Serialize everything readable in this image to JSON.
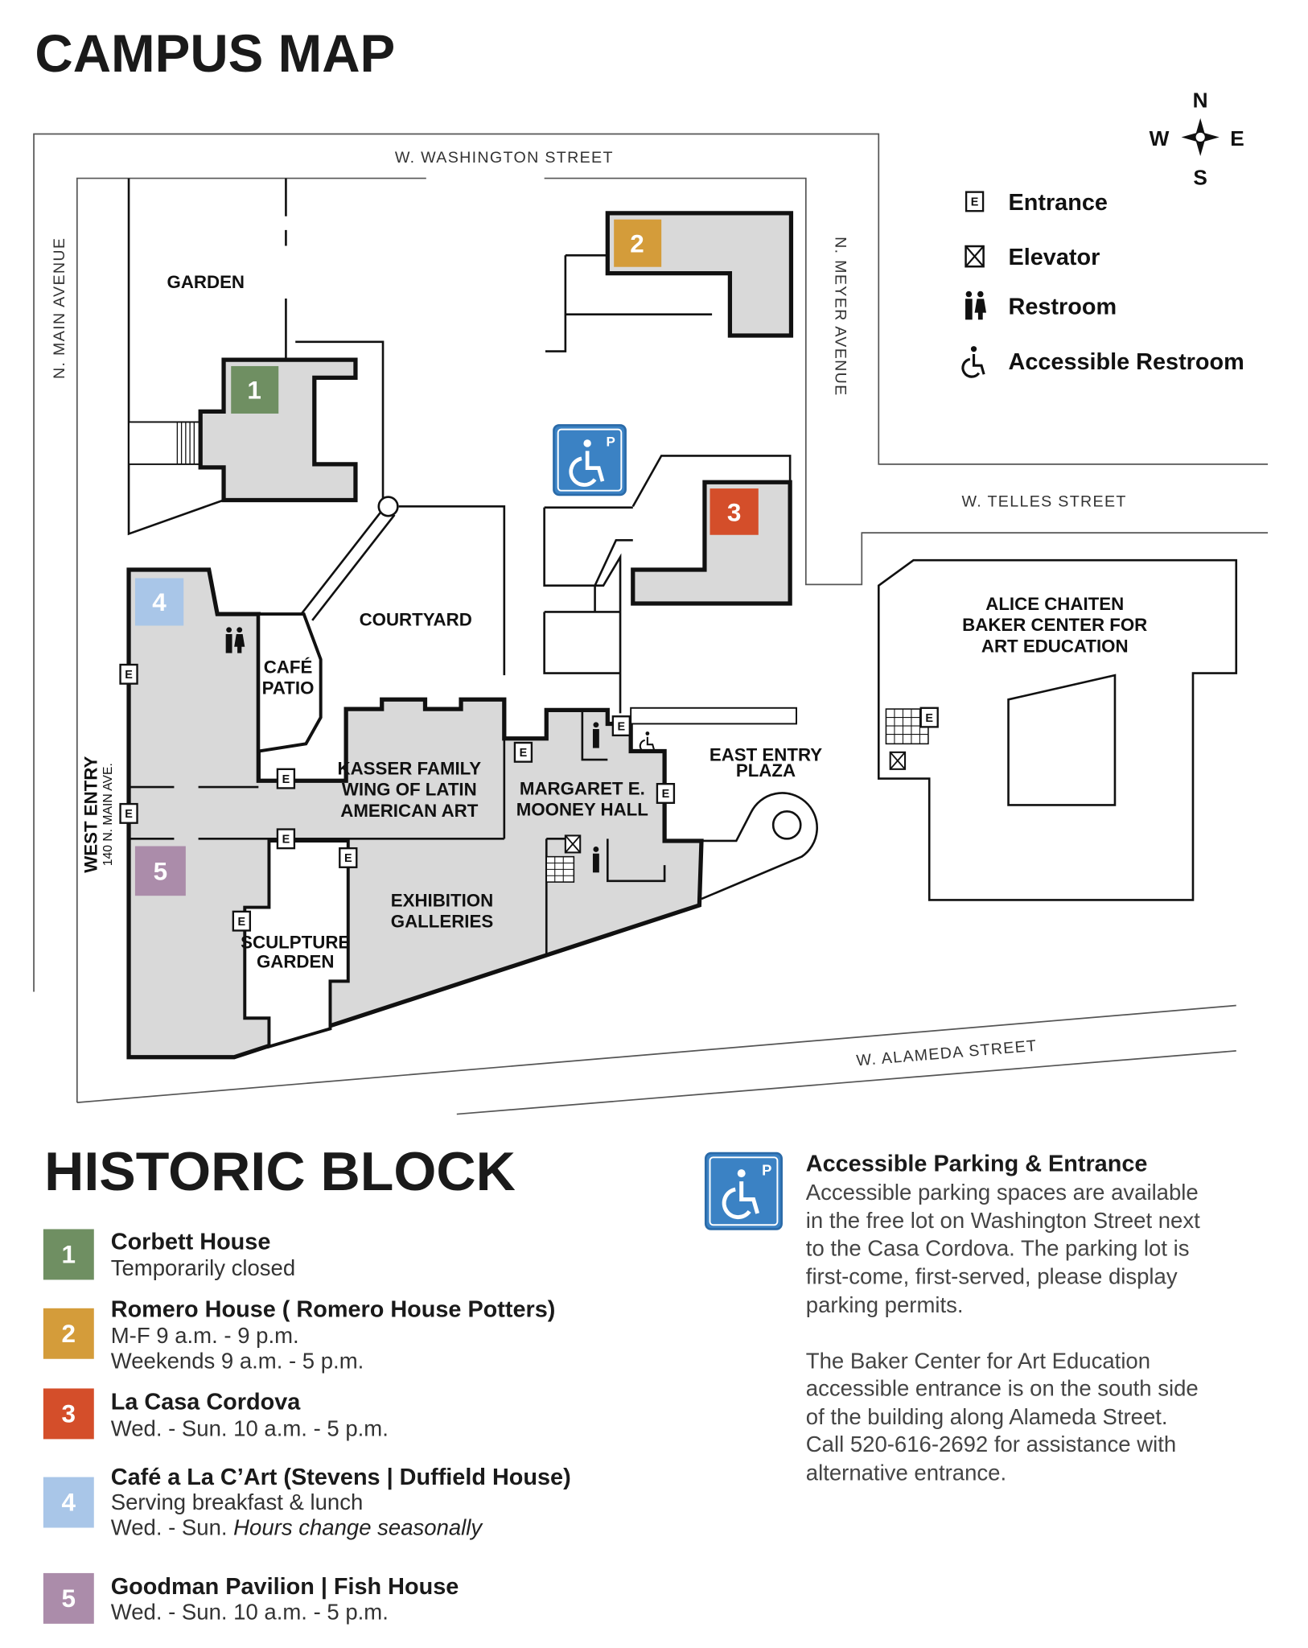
{
  "header": {
    "title": "CAMPUS MAP"
  },
  "compass": {
    "n": "N",
    "w": "W",
    "e": "E",
    "s": "S"
  },
  "legend": [
    {
      "icon": "entrance-icon",
      "label": "Entrance"
    },
    {
      "icon": "elevator-icon",
      "label": "Elevator"
    },
    {
      "icon": "restroom-icon",
      "label": "Restroom"
    },
    {
      "icon": "accessible-restroom-icon",
      "label": "Accessible Restroom"
    }
  ],
  "streets": {
    "washington": "W. WASHINGTON STREET",
    "main": "N. MAIN AVENUE",
    "meyer": "N. MEYER AVENUE",
    "telles": "W. TELLES STREET",
    "alameda": "W. ALAMEDA STREET"
  },
  "map_labels": {
    "garden": "GARDEN",
    "courtyard": "COURTYARD",
    "cafe_patio": [
      "CAFÉ",
      "PATIO"
    ],
    "kasser": [
      "KASSER FAMILY",
      "WING OF LATIN",
      "AMERICAN ART"
    ],
    "mooney": [
      "MARGARET E.",
      "MOONEY HALL"
    ],
    "east_entry": [
      "EAST ENTRY",
      "PLAZA"
    ],
    "baker": [
      "ALICE CHAITEN",
      "BAKER CENTER FOR",
      "ART EDUCATION"
    ],
    "exhibition": [
      "EXHIBITION",
      "GALLERIES"
    ],
    "sculpture": [
      "SCULPTURE",
      "GARDEN"
    ],
    "west_entry": "WEST ENTRY",
    "west_entry_addr": "140 N. MAIN AVE.",
    "entrance_letter": "E",
    "parking_letter": "P"
  },
  "colors": {
    "1": "#6f8f62",
    "2": "#d49c3a",
    "3": "#d44e2a",
    "4": "#a9c6e8",
    "5": "#ab8caa",
    "parking": "#3b82c4"
  },
  "historic": {
    "title": "HISTORIC BLOCK",
    "items": [
      {
        "num": "1",
        "name": "Corbett House",
        "lines": [
          "Temporarily closed"
        ]
      },
      {
        "num": "2",
        "name": "Romero House ( Romero House Potters)",
        "lines": [
          "M-F 9 a.m. - 9 p.m.",
          "Weekends 9 a.m. - 5 p.m."
        ]
      },
      {
        "num": "3",
        "name": "La Casa Cordova",
        "lines": [
          "Wed. - Sun. 10 a.m. - 5 p.m."
        ]
      },
      {
        "num": "4",
        "name": "Café a La C’Art (Stevens | Duffield House)",
        "lines": [
          "Serving breakfast & lunch",
          "Wed. - Sun. "
        ],
        "italic": "Hours change seasonally"
      },
      {
        "num": "5",
        "name": "Goodman Pavilion | Fish House",
        "lines": [
          "Wed. - Sun. 10 a.m. - 5 p.m."
        ]
      }
    ]
  },
  "parking": {
    "title": "Accessible Parking & Entrance",
    "p1": [
      "Accessible parking spaces are available",
      "in the free lot on Washington Street next",
      "to the Casa Cordova. The parking lot is",
      "first-come, first-served, please display",
      "parking permits."
    ],
    "p2": [
      "The Baker Center for Art Education",
      "accessible entrance is on the south side",
      "of the building along Alameda Street.",
      "Call 520-616-2692 for assistance with",
      "alternative entrance."
    ]
  }
}
